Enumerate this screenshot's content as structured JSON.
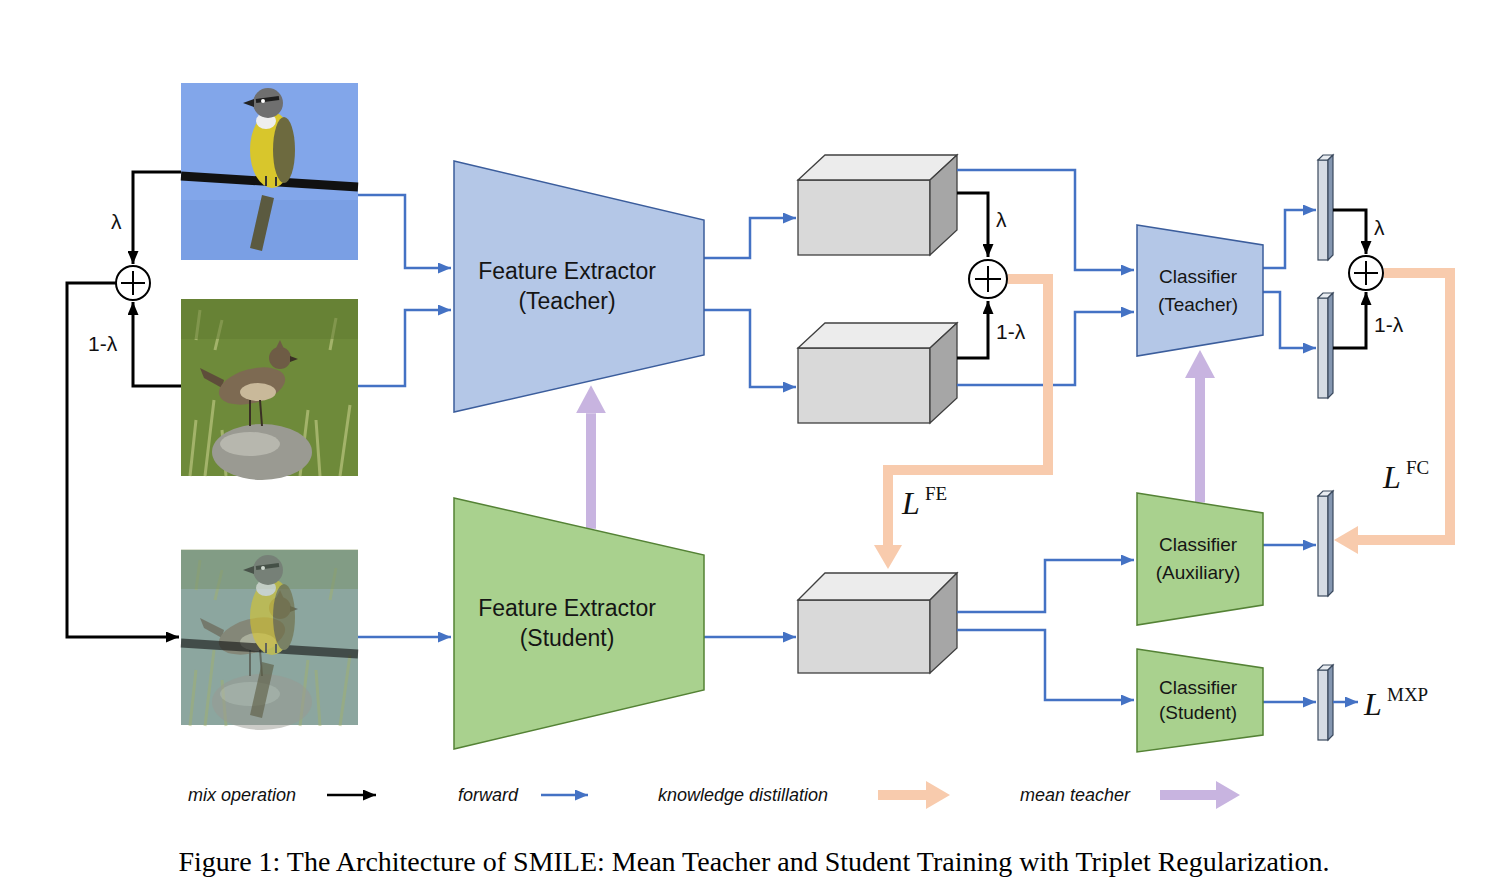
{
  "diagram": {
    "caption": "Figure 1: The Architecture of SMILE: Mean Teacher and Student Training with Triplet Regularization.",
    "nodes": [
      {
        "text": [
          "Feature Extractor (Teacher)"
        ]
      },
      {
        "text": [
          "Feature Extractor (Student)"
        ]
      },
      {
        "text": [
          "Classifier (Teacher)"
        ]
      },
      {
        "text": [
          "Classifier (Auxiliary)"
        ]
      },
      {
        "text": [
          "Classifier (Student)"
        ]
      }
    ],
    "edges": [
      {
        "from": 1,
        "to": 0,
        "arrow": "to"
      },
      {
        "from": 3,
        "to": 2,
        "arrow": "to"
      }
    ],
    "labels": [
      "λ",
      "1-λ",
      "λ",
      "1-λ",
      "λ",
      "1-λ",
      "L",
      "FE",
      "L",
      "FC",
      "L",
      "MXP"
    ],
    "legend": [
      {
        "text": "mix operation"
      },
      {
        "text": "forward"
      },
      {
        "text": "knowledge distillation"
      },
      {
        "text": "mean teacher"
      }
    ]
  }
}
